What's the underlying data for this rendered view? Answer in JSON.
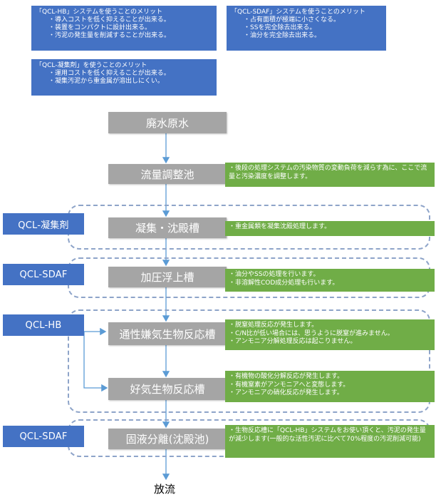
{
  "notes": {
    "hb": {
      "title": "「QCL-HB」システムを使うことのメリット",
      "lines": [
        "・導入コストを低く抑えることが出来る。",
        "・装置をコンパクトに設計出来る。",
        "・汚泥の発生量を削減することが出来る。"
      ]
    },
    "sdaf": {
      "title": "「QCL-SDAF」システムを使うことのメリット",
      "lines": [
        "・占有面積が極端に小さくなる。",
        "・SSを完全除去出来る。",
        "・油分を完全除去出来る。"
      ]
    },
    "coag": {
      "title": "「QCL-凝集剤」を使うことのメリット",
      "lines": [
        "・運用コストを低く抑えることが出来る。",
        "・凝集汚泥から重金属が溶出しにくい。"
      ]
    }
  },
  "tags": {
    "coag": "QCL-凝集剤",
    "sdaf1": "QCL-SDAF",
    "hb": "QCL-HB",
    "sdaf2": "QCL-SDAF"
  },
  "steps": {
    "raw": "廃水原水",
    "flow": "流量調整池",
    "coag": "凝集・沈殿槽",
    "flot": "加圧浮上槽",
    "anaer": "通性嫌気生物反応槽",
    "aer": "好気生物反応槽",
    "sep": "固液分離(沈殿池)"
  },
  "descs": {
    "flow": [
      "・後段の処理システムの汚染物質の変動負荷を減らす為に、ここで流量と汚染濃度を調整します。"
    ],
    "coag": [
      "・重金属類を凝集沈殿処理します。"
    ],
    "flot": [
      "・油分やSSの処理を行います。",
      "・非溶解性COD成分処理も行います。"
    ],
    "anaer": [
      "・脱窒処理反応が発生します。",
      "・C/N比が低い場合には、思うように脱窒が進みません。",
      "・アンモニア分解処理反応は起こりません。"
    ],
    "aer": [
      "・有機物の酸化分解反応が発生します。",
      "・有機窒素がアンモニアへと変態します。",
      "・アンモニアの硝化反応が発生します。"
    ],
    "sep": [
      "・生物反応槽に「QCL-HB」システムをお使い頂くと、汚泥の発生量が減少します(一般的な活性汚泥に比べて70%程度の汚泥削減可能)"
    ]
  },
  "discharge": "放流",
  "colors": {
    "blue": "#4472c4",
    "gray": "#a5a5a5",
    "green": "#70ad47",
    "dash": "#8ea4c9",
    "arrow": "#5b9bd5"
  }
}
